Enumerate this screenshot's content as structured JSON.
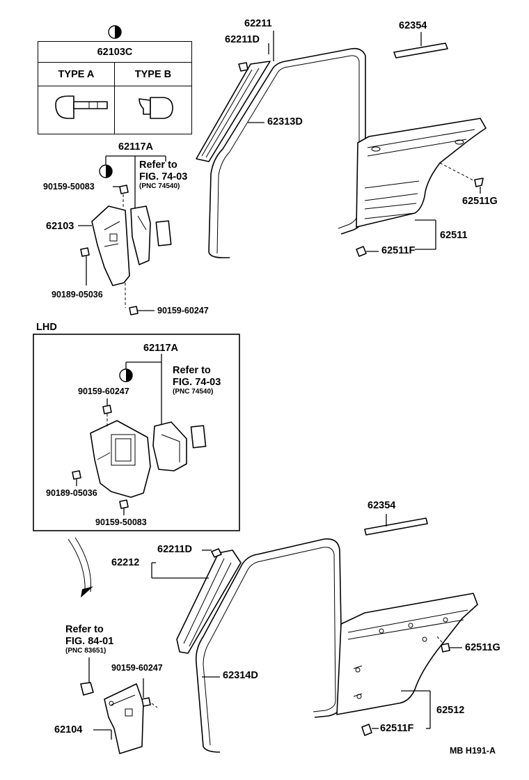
{
  "figure": {
    "code": "MB  H191-A"
  },
  "top": {
    "table": {
      "header": "62103C",
      "type_a": "TYPE A",
      "type_b": "TYPE B"
    },
    "labels": {
      "p62211": "62211",
      "p62211D": "62211D",
      "p62354": "62354",
      "p62313D": "62313D",
      "p62117A": "62117A",
      "refer1": "Refer to",
      "fig1": "FIG. 74-03",
      "pnc1": "(PNC 74540)",
      "p90159_50083": "90159-50083",
      "p62103": "62103",
      "p90189_05036": "90189-05036",
      "p90159_60247": "90159-60247",
      "p62511G": "62511G",
      "p62511": "62511",
      "p62511F": "62511F"
    }
  },
  "lhd": {
    "title": "LHD",
    "labels": {
      "p62117A": "62117A",
      "refer": "Refer to",
      "fig": "FIG. 74-03",
      "pnc": "(PNC 74540)",
      "p90159_60247": "90159-60247",
      "p90189_05036": "90189-05036",
      "p90159_50083": "90159-50083"
    }
  },
  "bottom": {
    "labels": {
      "p62354": "62354",
      "p62211D": "62211D",
      "p62212": "62212",
      "refer": "Refer to",
      "fig": "FIG. 84-01",
      "pnc": "(PNC 83651)",
      "p90159_60247": "90159-60247",
      "p62314D": "62314D",
      "p62104": "62104",
      "p62511G": "62511G",
      "p62512": "62512",
      "p62511F": "62511F"
    }
  }
}
